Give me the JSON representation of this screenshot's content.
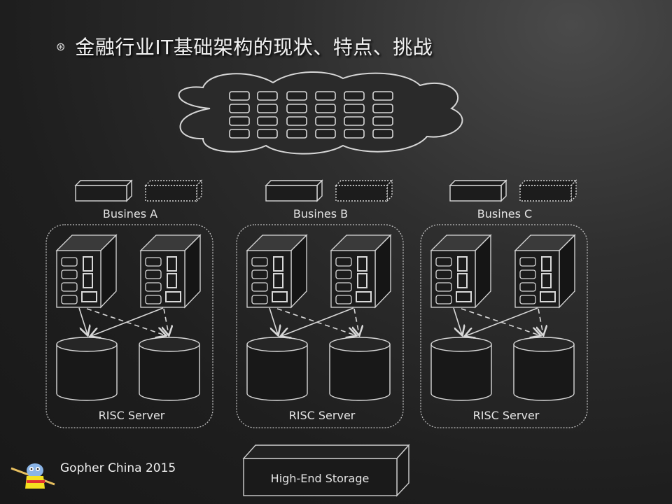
{
  "slide": {
    "bullet_icon": "soccer-ball-bullet",
    "title": "金融行业IT基础架构的现状、特点、挑战"
  },
  "groups": [
    {
      "business_label": "Busines A",
      "server_label": "RISC Server"
    },
    {
      "business_label": "Busines B",
      "server_label": "RISC Server"
    },
    {
      "business_label": "Busines C",
      "server_label": "RISC Server"
    }
  ],
  "cloud": {
    "rows": 4,
    "columns": 6
  },
  "storage": {
    "label": "High-End Storage"
  },
  "footer": {
    "logo_icon": "gopher-mascot",
    "text": "Gopher China 2015"
  },
  "colors": {
    "line": "#d8d8d8",
    "fill_dark": "#1a1a1a",
    "background": "#2a2a2a"
  }
}
